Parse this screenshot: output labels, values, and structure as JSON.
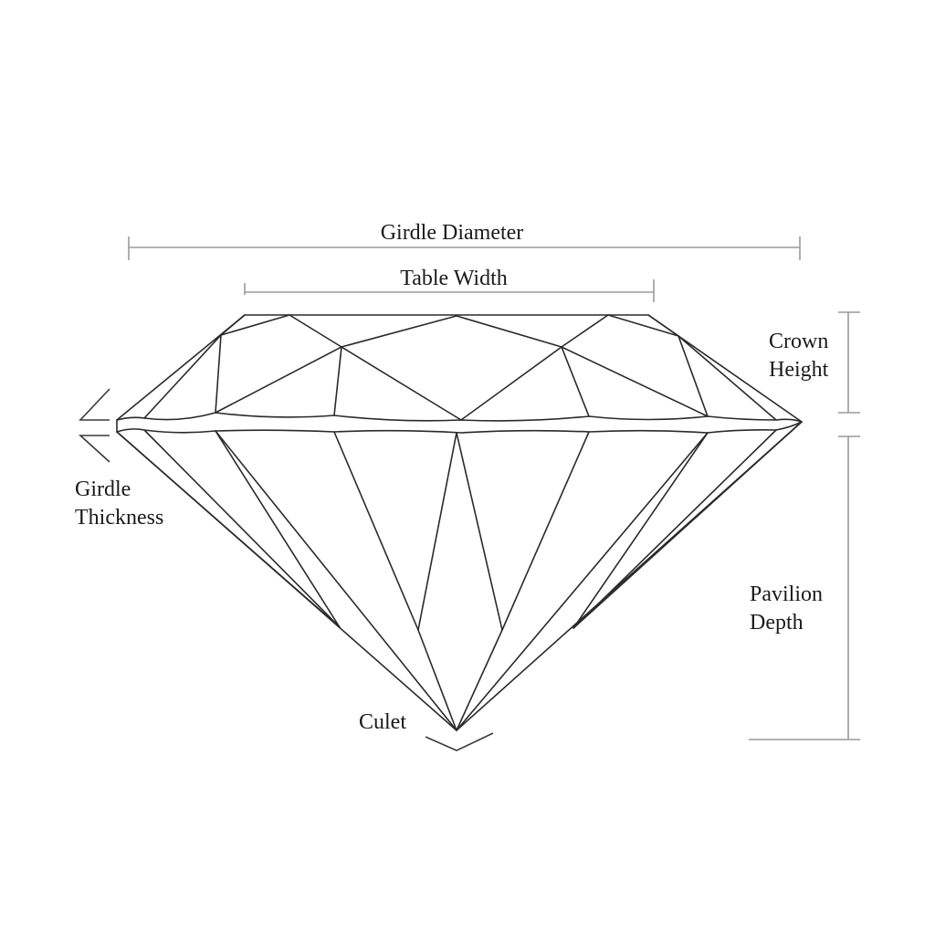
{
  "labels": {
    "girdle_diameter": "Girdle Diameter",
    "table_width": "Table Width",
    "crown_height_line1": "Crown",
    "crown_height_line2": "Height",
    "girdle_thickness_line1": "Girdle",
    "girdle_thickness_line2": "Thickness",
    "pavilion_depth_line1": "Pavilion",
    "pavilion_depth_line2": "Depth",
    "culet": "Culet"
  },
  "colors": {
    "outline": "#2a2a2a",
    "dimension_lines": "#9a9a9a",
    "text": "#1a1a1a",
    "background": "#ffffff"
  }
}
